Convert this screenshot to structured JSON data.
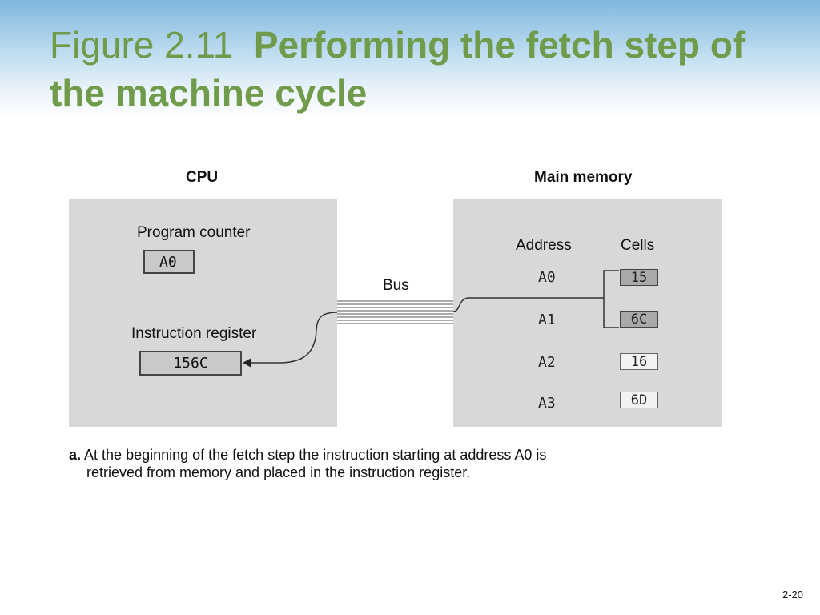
{
  "slide": {
    "title_prefix": "Figure 2.11",
    "title_main": "Performing the fetch step of the machine cycle",
    "page_number": "2-20"
  },
  "cpu": {
    "label": "CPU",
    "program_counter_label": "Program counter",
    "program_counter_value": "A0",
    "instruction_register_label": "Instruction register",
    "instruction_register_value": "156C"
  },
  "bus": {
    "label": "Bus"
  },
  "memory": {
    "label": "Main memory",
    "address_header": "Address",
    "cells_header": "Cells",
    "rows": [
      {
        "address": "A0",
        "cell": "15"
      },
      {
        "address": "A1",
        "cell": "6C"
      },
      {
        "address": "A2",
        "cell": "16"
      },
      {
        "address": "A3",
        "cell": "6D"
      }
    ]
  },
  "caption": {
    "letter": "a.",
    "line1": "At the beginning of the fetch step the instruction starting at address A0 is",
    "line2": "retrieved from memory and placed in the instruction register."
  },
  "colors": {
    "title": "#6f9b4a",
    "panel": "#d8d8d8",
    "highlighted_cell": "#a9a9a9"
  }
}
